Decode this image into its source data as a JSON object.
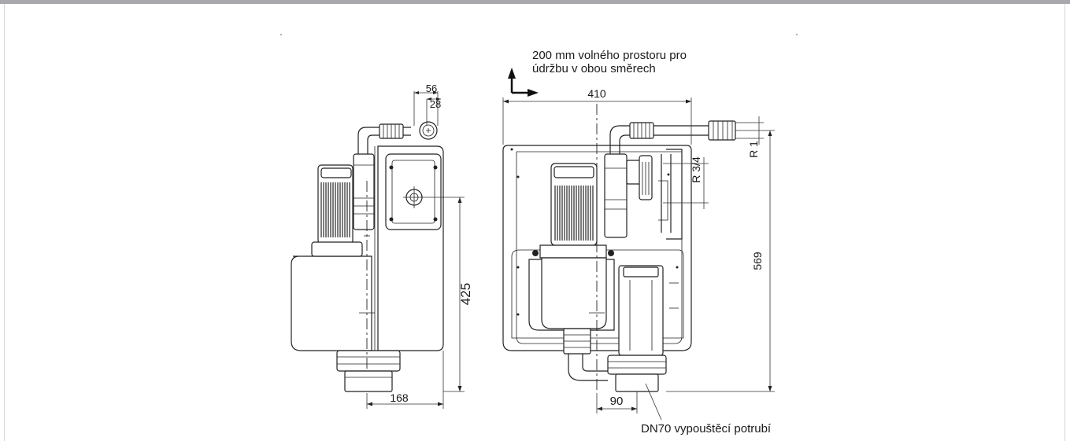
{
  "note_space": {
    "line1": "200 mm volného prostoru pro",
    "line2": "údržbu v obou směrech"
  },
  "side_view": {
    "dim_width": "168",
    "dim_height": "425",
    "dim_top_outer": "56",
    "dim_top_inner": "28"
  },
  "front_view": {
    "dim_width": "410",
    "dim_height": "569",
    "dim_outlet_offset": "90",
    "thread_large": "R 1",
    "thread_small": "R 3/4",
    "outlet_label": "DN70 vypouštěcí potrubí"
  }
}
